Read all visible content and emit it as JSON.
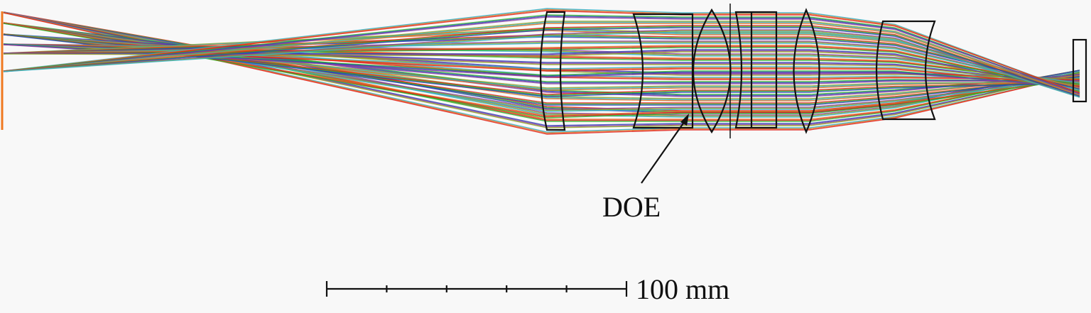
{
  "annotation": {
    "label": "DOE"
  },
  "scale_bar": {
    "label": "100 mm",
    "divisions": 5
  },
  "colors": {
    "rays": [
      "#e0201a",
      "#2fb52a",
      "#2a3fb8",
      "#8a3fa0",
      "#8fa020",
      "#30b0c8",
      "#e07020"
    ],
    "lens": "#111111",
    "object": "#f07820"
  }
}
